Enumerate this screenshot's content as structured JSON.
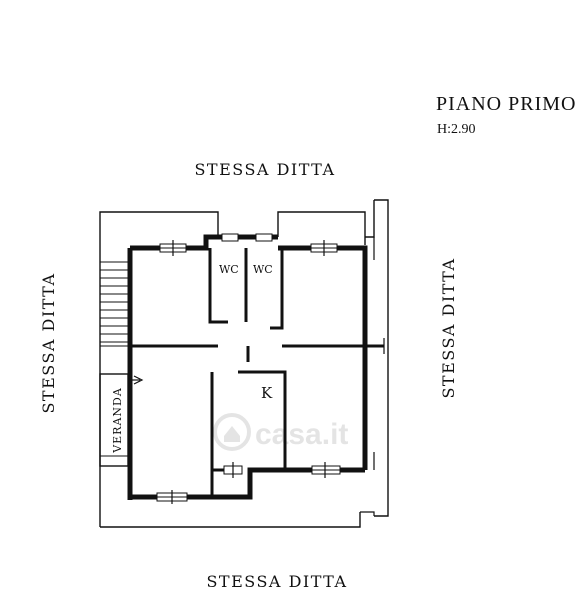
{
  "title": {
    "line1": "PIANO PRIMO",
    "line2": "H:2.90"
  },
  "neighbors": {
    "top": "STESSA DITTA",
    "bottom": "STESSA DITTA",
    "left": "STESSA DITTA",
    "right": "STESSA DITTA"
  },
  "rooms": {
    "wc1": "WC",
    "wc2": "WC",
    "kitchen": "K",
    "veranda": "VERANDA"
  },
  "watermark": "casa.it",
  "colors": {
    "ink": "#111111",
    "paper": "#ffffff",
    "watermark": "#d9d9d9"
  }
}
